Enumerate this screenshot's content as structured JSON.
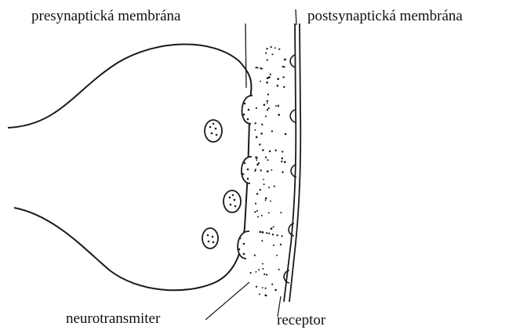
{
  "labels": {
    "presynaptic_membrane": "presynaptická membrána",
    "postsynaptic_membrane": "postsynaptická membrána",
    "neurotransmitter": "neurotransmiter",
    "receptor": "receptor"
  },
  "colors": {
    "background": "#ffffff",
    "line": "#1a1a1a",
    "text": "#111111"
  }
}
